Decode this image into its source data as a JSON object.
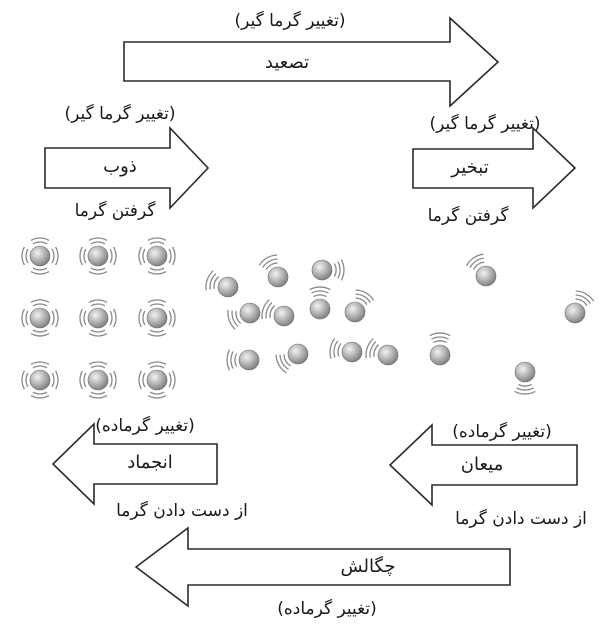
{
  "labels": {
    "sublimation": {
      "process": "تصعید",
      "change": "(تغییر گرما گیر)"
    },
    "melting": {
      "process": "ذوب",
      "change": "(تغییر گرما گیر)",
      "heat": "گرفتن گرما"
    },
    "evaporation": {
      "process": "تبخیر",
      "change": "(تغییر گرما گیر)",
      "heat": "گرفتن گرما"
    },
    "freezing": {
      "process": "انجماد",
      "change": "(تغییر گرماده)",
      "heat": "از دست دادن گرما"
    },
    "condensation": {
      "process": "میعان",
      "change": "(تغییر گرماده)",
      "heat": "از دست دادن گرما"
    },
    "deposition": {
      "process": "چگالش",
      "change": "(تغییر گرماده)"
    }
  },
  "colors": {
    "arrow_stroke": "#2b2b2b",
    "arrow_fill": "#ffffff",
    "particle_light": "#e6e6e6",
    "particle_dark": "#8c8c8c",
    "vibration": "#8a8a8a"
  },
  "states": [
    "solid",
    "liquid",
    "gas"
  ]
}
